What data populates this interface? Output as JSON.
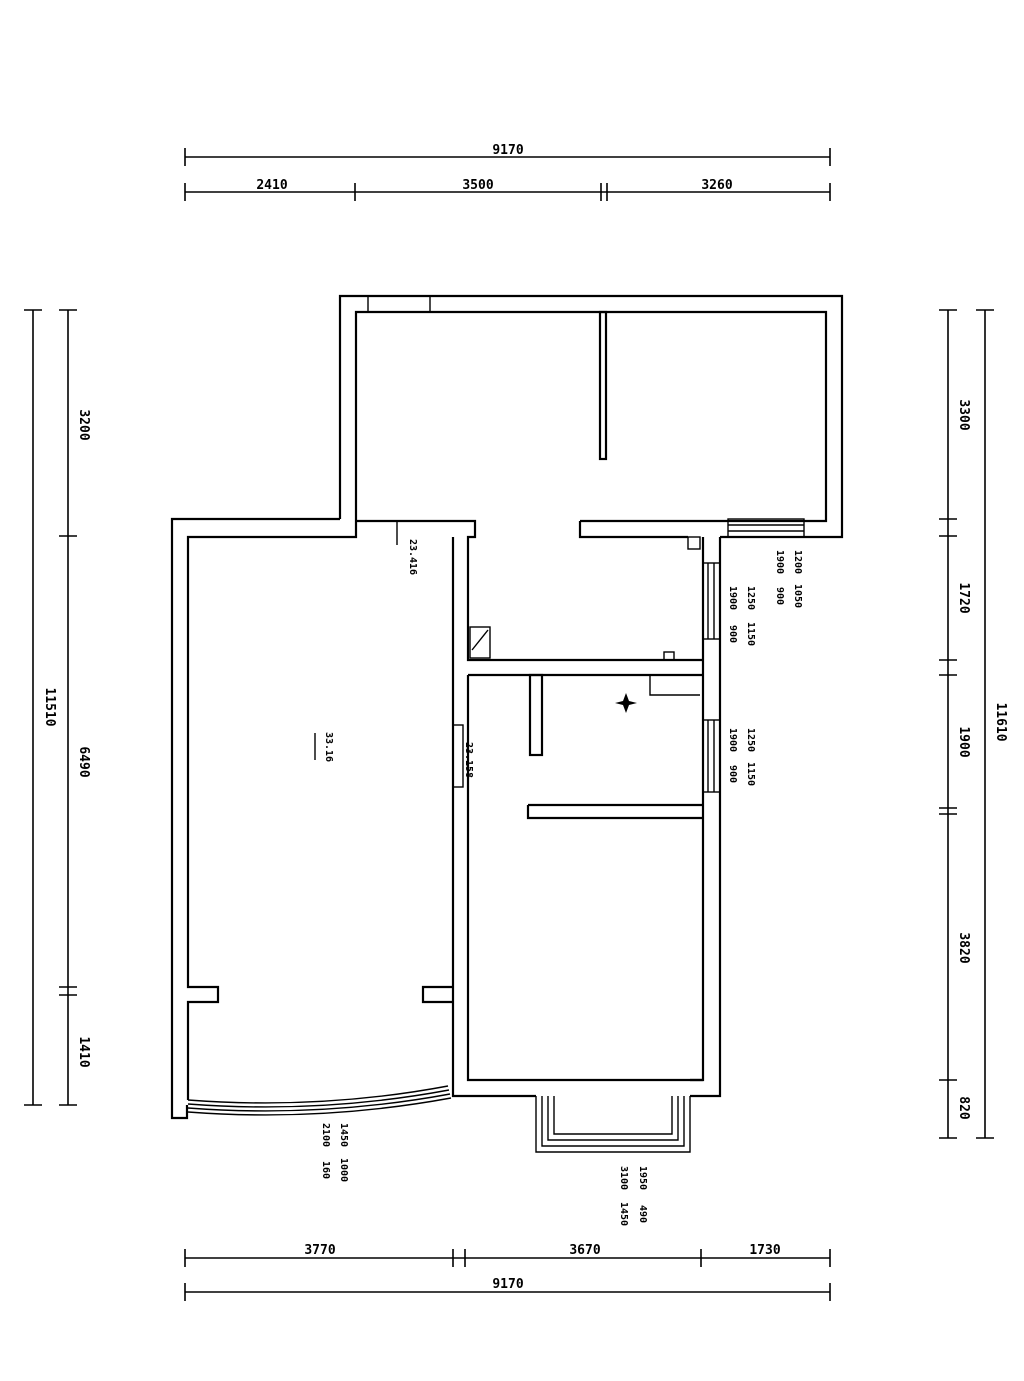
{
  "dimensions": {
    "top_total": "9170",
    "top_segments": [
      "2410",
      "3500",
      "3260"
    ],
    "bottom_segments": [
      "3770",
      "3670",
      "1730"
    ],
    "bottom_total": "9170",
    "left_total": "11510",
    "left_segments": [
      "3200",
      "6490",
      "1410"
    ],
    "right_total": "11610",
    "right_segments": [
      "3300",
      "1720",
      "1900",
      "3820",
      "820"
    ]
  },
  "annotations": {
    "main_area": "33.16",
    "area_upper": "23.416",
    "area_side": "23.158",
    "bay_window_bottom_left": [
      "2100",
      "1450",
      "160",
      "1000"
    ],
    "bay_window_bottom_center": [
      "3100",
      "1950",
      "1450",
      "490"
    ],
    "window_right_top": [
      "1900",
      "1200",
      "900",
      "1050"
    ],
    "window_right_mid": [
      "1900",
      "1250",
      "900",
      "1150"
    ],
    "window_right_low": [
      "1900",
      "1250",
      "900",
      "1150"
    ]
  },
  "colors": {
    "line": "#000000",
    "background": "#ffffff"
  }
}
